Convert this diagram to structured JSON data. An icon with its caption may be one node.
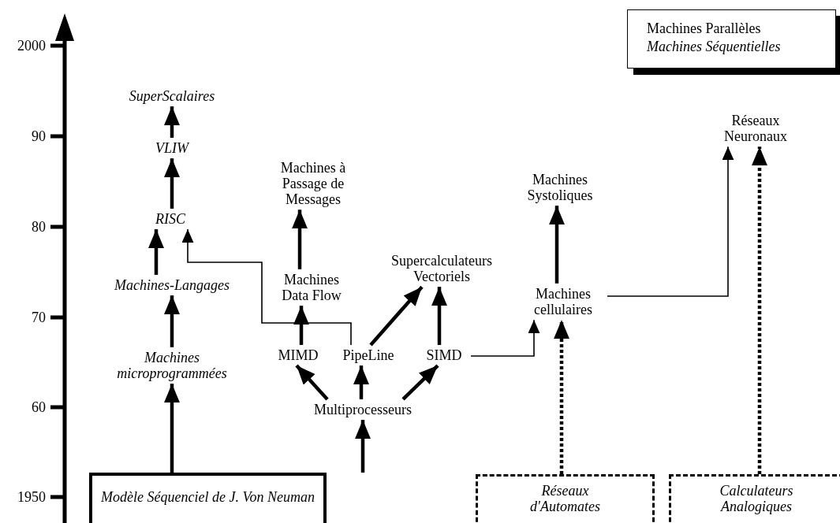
{
  "diagram": {
    "nodes": [
      {
        "text": [
          "SuperScalaires"
        ]
      },
      {
        "text": [
          "VLIW"
        ]
      },
      {
        "text": [
          "Machines à Passage de Messages"
        ]
      },
      {
        "text": [
          "Réseaux Neuronaux"
        ]
      },
      {
        "text": [
          "RISC"
        ]
      },
      {
        "text": [
          "Machines Systoliques"
        ]
      },
      {
        "text": [
          "Supercalculateurs Vectoriels"
        ]
      },
      {
        "text": [
          "Machines Data Flow"
        ]
      },
      {
        "text": [
          "Machines-Langages"
        ]
      },
      {
        "text": [
          "Machines cellulaires"
        ]
      },
      {
        "text": [
          "Machines microprogrammées"
        ]
      },
      {
        "text": [
          "MIMD"
        ]
      },
      {
        "text": [
          "PipeLine"
        ]
      },
      {
        "text": [
          "SIMD"
        ]
      },
      {
        "text": [
          "Multiprocesseurs"
        ]
      },
      {
        "text": [
          "Modèle Séquenciel de J. Von Neuman"
        ]
      },
      {
        "text": [
          "Réseaux d'Automates"
        ]
      },
      {
        "text": [
          "Calculateurs Analogiques"
        ]
      }
    ],
    "edges": [
      {
        "from": 1,
        "to": 0,
        "arrow": "to"
      },
      {
        "from": 4,
        "to": 1,
        "arrow": "to"
      },
      {
        "from": 8,
        "to": 4,
        "arrow": "to"
      },
      {
        "from": 10,
        "to": 8,
        "arrow": "to"
      },
      {
        "from": 15,
        "to": 10,
        "arrow": "to"
      },
      {
        "from": 15,
        "to": 14,
        "arrow": "to"
      },
      {
        "from": 14,
        "to": 11,
        "arrow": "to"
      },
      {
        "from": 14,
        "to": 12,
        "arrow": "to"
      },
      {
        "from": 14,
        "to": 13,
        "arrow": "to"
      },
      {
        "from": 11,
        "to": 7,
        "arrow": "to"
      },
      {
        "from": 7,
        "to": 2,
        "arrow": "to"
      },
      {
        "from": 12,
        "to": 6,
        "arrow": "to"
      },
      {
        "from": 13,
        "to": 6,
        "arrow": "to"
      },
      {
        "from": 12,
        "to": 4,
        "arrow": "to"
      },
      {
        "from": 13,
        "to": 9,
        "arrow": "to"
      },
      {
        "from": 9,
        "to": 5,
        "arrow": "to"
      },
      {
        "from": 9,
        "to": 3,
        "arrow": "to"
      },
      {
        "from": 16,
        "to": 9,
        "arrow": "to",
        "style": "dashed"
      },
      {
        "from": 17,
        "to": 3,
        "arrow": "to",
        "style": "dashed"
      }
    ],
    "labels": [
      "2000",
      "90",
      "80",
      "70",
      "60",
      "1950"
    ],
    "legend": [
      {
        "text": "Machines Parallèles"
      },
      {
        "text": "Machines Séquentielles"
      }
    ]
  }
}
